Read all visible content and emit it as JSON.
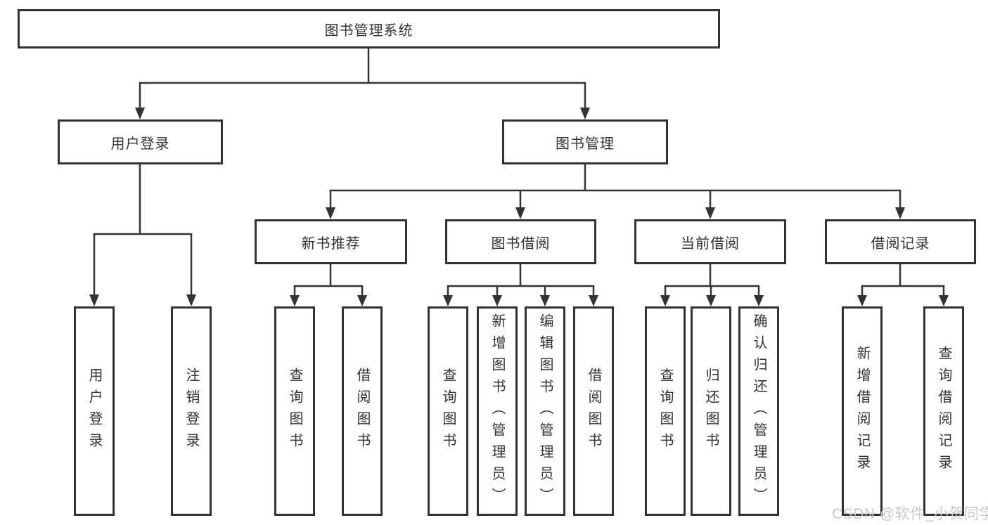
{
  "diagram": {
    "root": {
      "label": "图书管理系统"
    },
    "level2": [
      {
        "label": "用户登录",
        "children": [
          {
            "label": "用户登录"
          },
          {
            "label": "注销登录"
          }
        ]
      },
      {
        "label": "图书管理",
        "children": [
          {
            "label": "新书推荐",
            "children": [
              {
                "label": "查询图书"
              },
              {
                "label": "借阅图书"
              }
            ]
          },
          {
            "label": "图书借阅",
            "children": [
              {
                "label": "查询图书"
              },
              {
                "label": "新增图书（管理员）"
              },
              {
                "label": "编辑图书（管理员）"
              },
              {
                "label": "借阅图书"
              }
            ]
          },
          {
            "label": "当前借阅",
            "children": [
              {
                "label": "查询图书"
              },
              {
                "label": "归还图书"
              },
              {
                "label": "确认归还（管理员）"
              }
            ]
          },
          {
            "label": "借阅记录",
            "children": [
              {
                "label": "新增借阅记录"
              },
              {
                "label": "查询借阅记录"
              }
            ]
          }
        ]
      }
    ]
  },
  "watermark": {
    "text": "CSDN @软件_小贺同学"
  },
  "colors": {
    "line": "#333333",
    "box_border": "#333333",
    "box_fill": "#ffffff",
    "text": "#333333",
    "watermark": "#c9c9c9",
    "background": "#ffffff"
  }
}
